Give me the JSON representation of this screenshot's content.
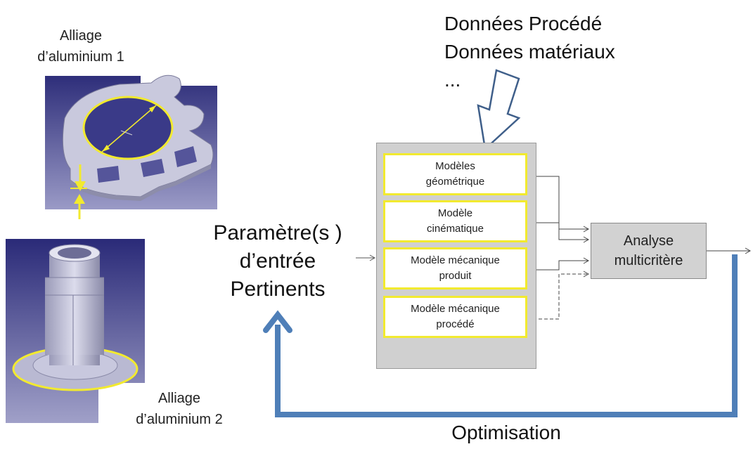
{
  "inputs": {
    "line1": "Données Procédé",
    "line2": "Données matériaux",
    "line3": "..."
  },
  "parts": {
    "part1_line1": "Alliage",
    "part1_line2": "d’aluminium 1",
    "part2_line1": "Alliage",
    "part2_line2": "d’aluminium 2"
  },
  "parameters": {
    "line1": "Paramètre(s )",
    "line2": "d’entrée",
    "line3": "Pertinents"
  },
  "models": [
    {
      "line1": "Modèles",
      "line2": "géométrique"
    },
    {
      "line1": "Modèle",
      "line2": "cinématique"
    },
    {
      "line1": "Modèle mécanique",
      "line2": "produit"
    },
    {
      "line1": "Modèle mécanique",
      "line2": "procédé"
    }
  ],
  "analysis": {
    "line1": "Analyse",
    "line2": "multicritère"
  },
  "loop": {
    "label": "Optimisation"
  },
  "colors": {
    "highlight": "#f2ea2f",
    "loop_arrow": "#4f7fb8",
    "input_arrow": "#3f5f8a",
    "cad_bg": "#3d3d8c"
  }
}
